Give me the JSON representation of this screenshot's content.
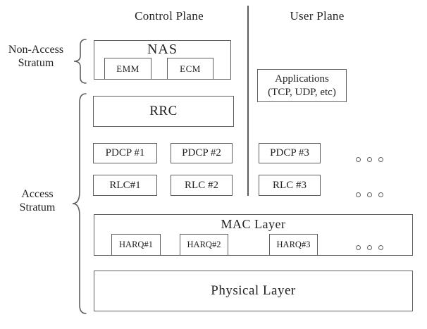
{
  "title_row": {
    "control_plane": "Control Plane",
    "user_plane": "User Plane"
  },
  "strata": {
    "non_access": {
      "line1": "Non-Access",
      "line2": "Stratum"
    },
    "access": {
      "line1": "Access",
      "line2": "Stratum"
    }
  },
  "boxes": {
    "nas": "NAS",
    "emm": "EMM",
    "ecm": "ECM",
    "applications": {
      "line1": "Applications",
      "line2": "(TCP, UDP, etc)"
    },
    "rrc": "RRC",
    "pdcp": [
      "PDCP #1",
      "PDCP #2",
      "PDCP #3"
    ],
    "rlc": [
      "RLC#1",
      "RLC #2",
      "RLC #3"
    ],
    "mac": "MAC Layer",
    "harq": [
      "HARQ#1",
      "HARQ#2",
      "HARQ#3"
    ],
    "physical": "Physical Layer"
  },
  "colors": {
    "line": "#5f5f5f",
    "text": "#222222",
    "background": "#ffffff"
  }
}
